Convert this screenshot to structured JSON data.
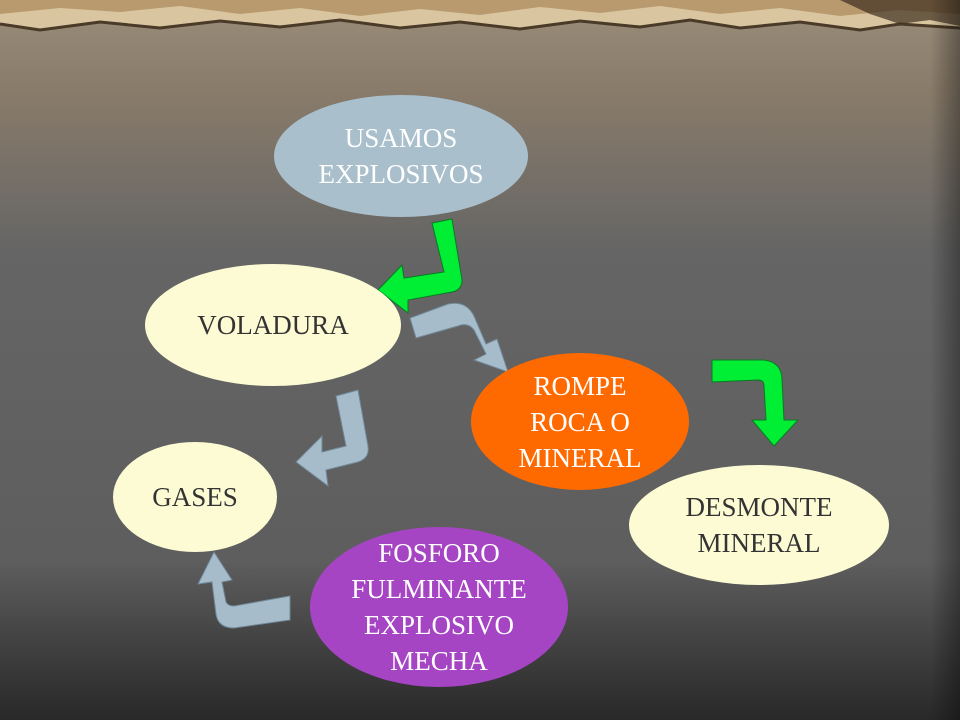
{
  "colors": {
    "background_gray": "#5e5e5e",
    "header_band": "#8a7a66",
    "node_blue": "#a9bfcc",
    "node_cream": "#fdfbd4",
    "node_orange": "#ff6a00",
    "node_purple": "#a645c4",
    "arrow_green": "#00ee33",
    "arrow_blue": "#a7bccb"
  },
  "nodes": {
    "usamos": "USAMOS\nEXPLOSIVOS",
    "voladura": "VOLADURA",
    "rompe": "ROMPE\nROCA O\nMINERAL",
    "gases": "GASES",
    "desmonte": "DESMONTE\nMINERAL",
    "fosforo": "FOSFORO\nFULMINANTE\nEXPLOSIVO\nMECHA"
  },
  "arrows": [
    {
      "from": "usamos",
      "to": "voladura",
      "color": "green",
      "icon": "curved-arrow"
    },
    {
      "from": "voladura",
      "to": "rompe",
      "color": "blue",
      "icon": "curved-arrow"
    },
    {
      "from": "rompe",
      "to": "desmonte",
      "color": "green",
      "icon": "curved-arrow"
    },
    {
      "from": "voladura",
      "to": "gases",
      "color": "blue",
      "icon": "curved-arrow"
    },
    {
      "from": "fosforo",
      "to": "gases",
      "color": "blue",
      "icon": "curved-arrow"
    }
  ]
}
